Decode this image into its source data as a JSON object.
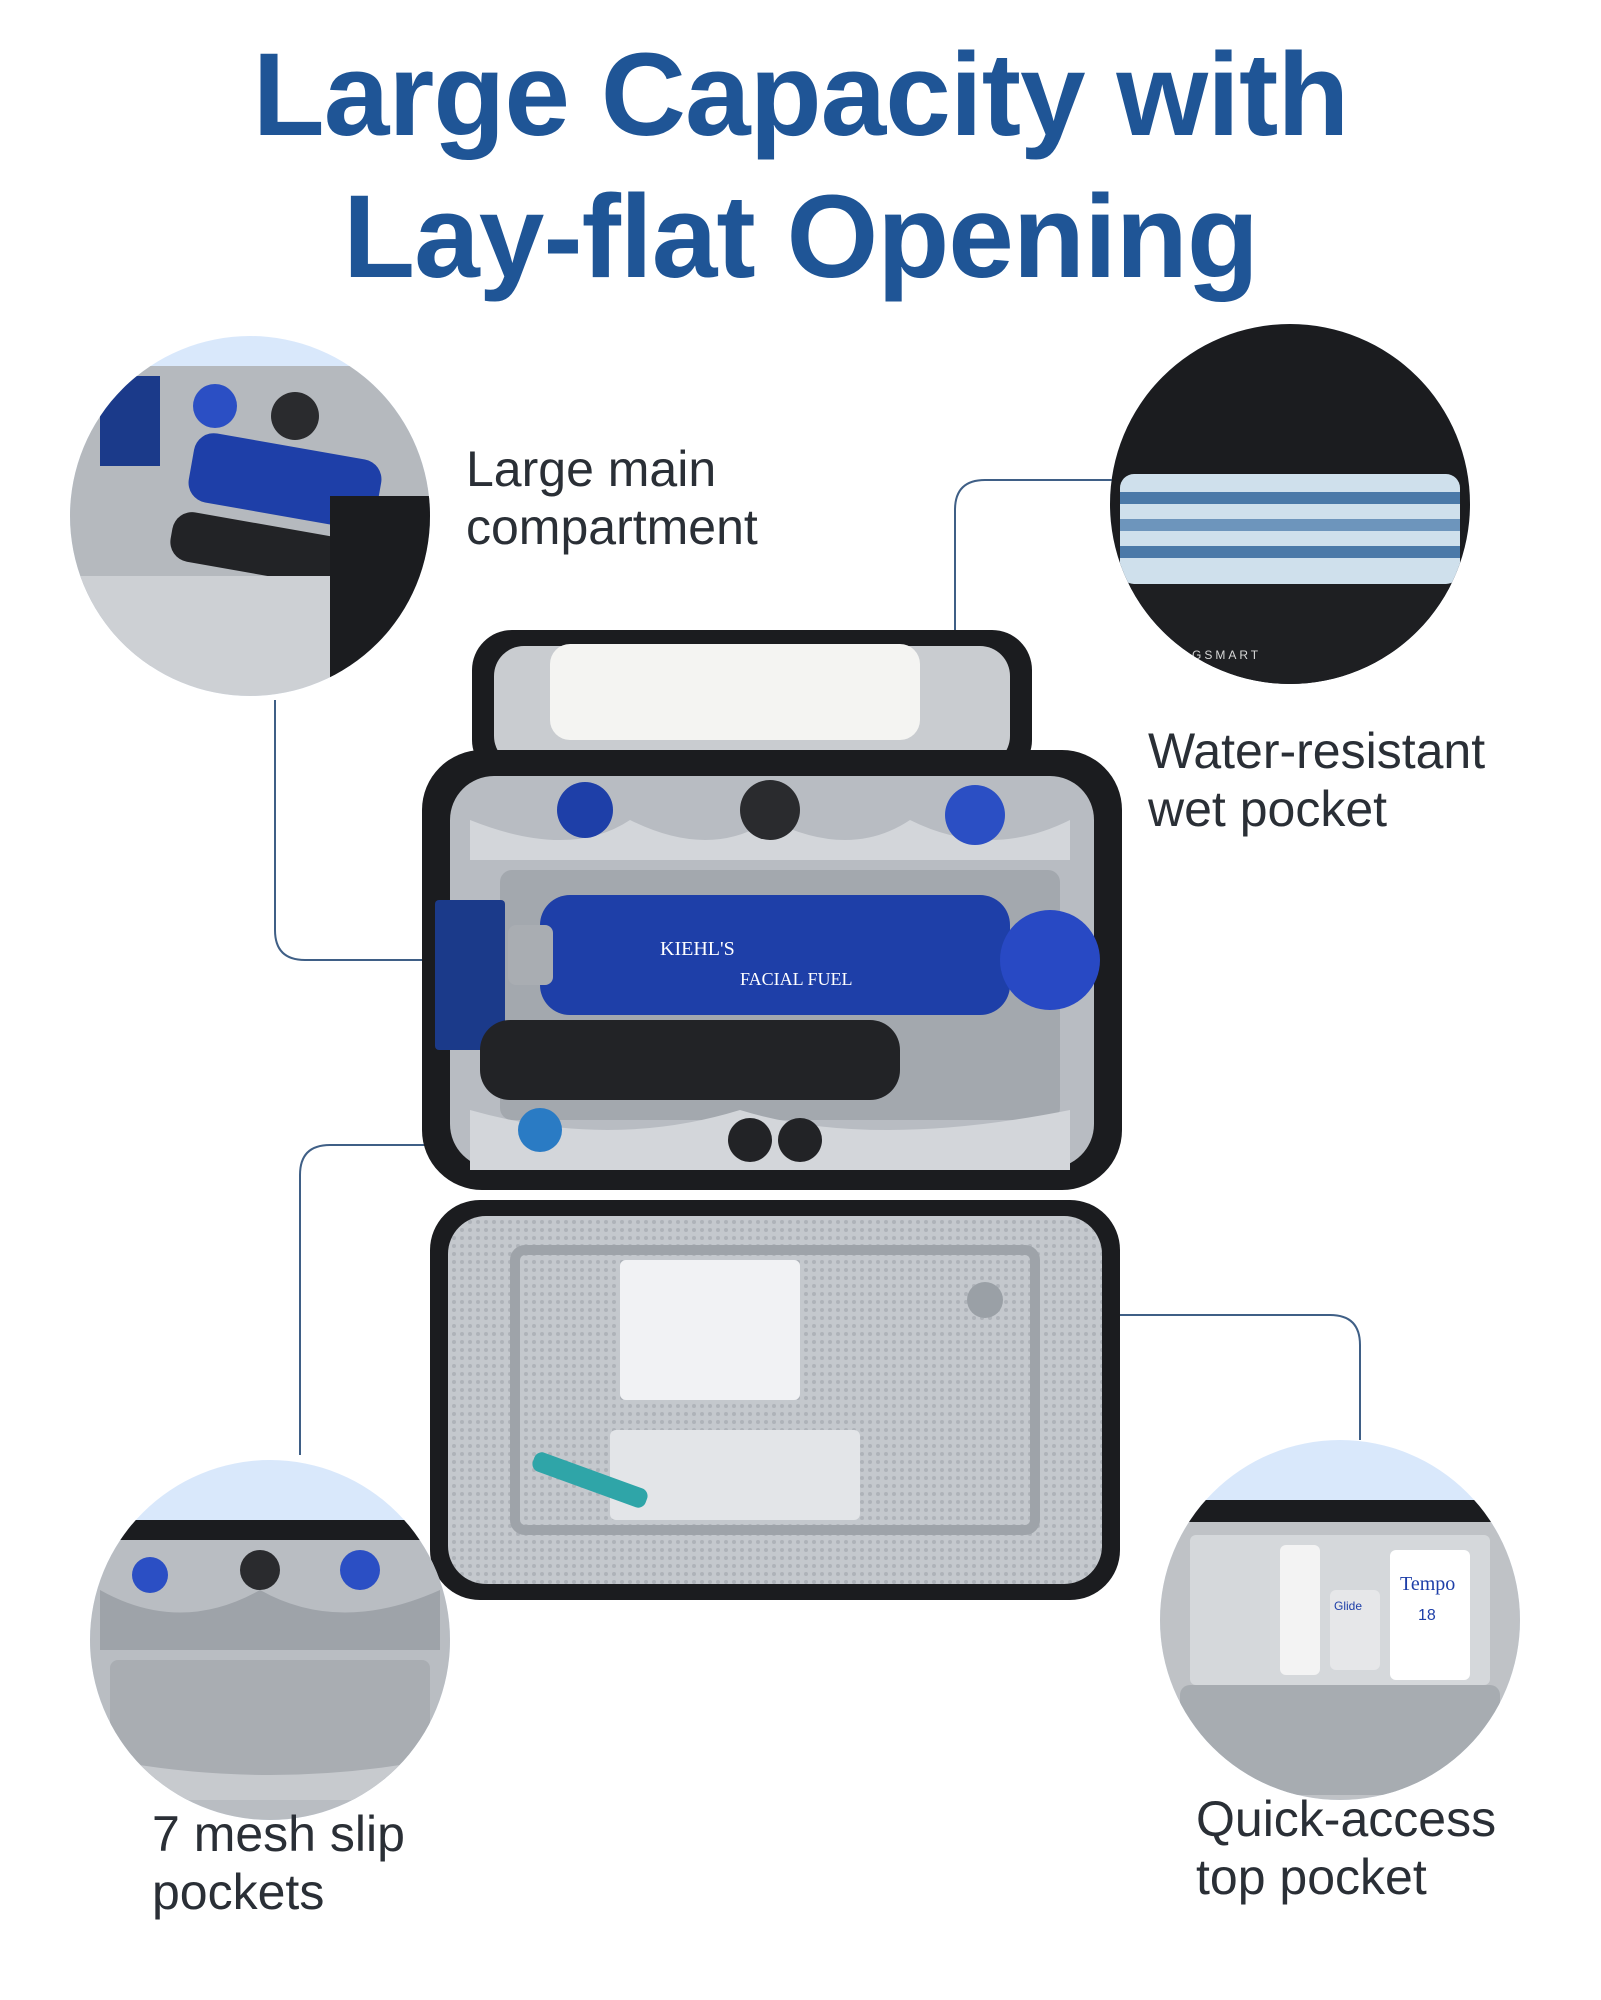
{
  "title": {
    "line1": "Large Capacity with",
    "line2": "Lay-flat Opening"
  },
  "features": {
    "main": {
      "line1": "Large main",
      "line2": "compartment"
    },
    "wet": {
      "line1": "Water-resistant",
      "line2": "wet pocket"
    },
    "mesh": {
      "line1": "7 mesh slip",
      "line2": "pockets"
    },
    "top": {
      "line1": "Quick-access",
      "line2": "top pocket"
    }
  },
  "product_text": {
    "brand": "BAGSMART",
    "bottle_brand": "KIEHL'S",
    "bottle_name": "FACIAL FUEL",
    "tissue_brand": "Tempo",
    "tissue_count": "18",
    "floss_brand": "Glide"
  },
  "colors": {
    "title": "#1f5596",
    "text": "#2a2f36",
    "leader_line": "#3f5f86",
    "circle_bg": "#d9e8fb",
    "bag_black": "#1b1c1f",
    "lining_gray": "#b8bcc2",
    "bottle_blue": "#1e3fa8"
  }
}
